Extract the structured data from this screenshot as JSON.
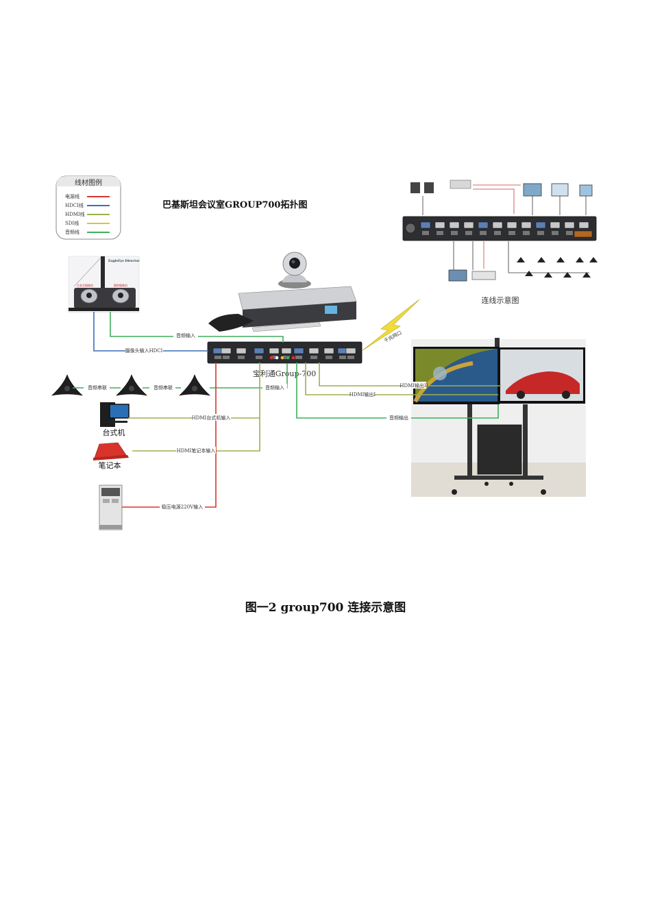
{
  "legend": {
    "title": "线材图例",
    "items": [
      {
        "label": "电源线",
        "color": "#d9342b"
      },
      {
        "label": "HDCI线",
        "color": "#3a6fb5"
      },
      {
        "label": "HDMI线",
        "color": "#9bb04a"
      },
      {
        "label": "SDI线",
        "color": "#e0c23a"
      },
      {
        "label": "音频线",
        "color": "#3fae5a"
      }
    ]
  },
  "diagram_title": "巴基斯坦会议室GROUP700拓扑图",
  "codec_label": "宝利通Group-700",
  "wiring_view_label": "连线示意图",
  "network_label": "千兆网口",
  "devices": {
    "desktop": "台式机",
    "laptop": "笔记本"
  },
  "connections": {
    "audio_in_camera": "音频输入",
    "camera_hdci": "摄像头输入HDCI",
    "mic_chain_1": "音频串联",
    "mic_chain_2": "音频串联",
    "mic_audio_in": "音频输入",
    "hdmi_desktop": "HDMI台式机输入",
    "hdmi_laptop": "HDMI笔记本输入",
    "power": "稳压电源220V输入",
    "hdmi_out_2": "HDMI输出II",
    "hdmi_out_1": "HDMI输出I",
    "audio_out": "音频输出"
  },
  "camera_labels": {
    "brand": "EagleEye Director",
    "left": "主发言摄像机",
    "right": "跟踪摄像机"
  },
  "caption": "图一2  group700 连接示意图"
}
